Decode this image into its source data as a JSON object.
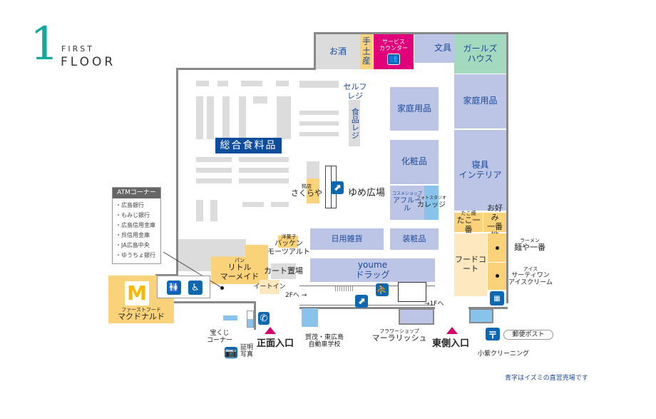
{
  "header": {
    "floor_number": "1",
    "first": "FIRST",
    "floor": "FLOOR"
  },
  "stores": {
    "osake": "お酒",
    "temiyage": "手土産",
    "service_counter": "サービス\nカウンター",
    "bungu": "文具",
    "girls_house": "ガールズ\nハウス",
    "katei_right": "家庭用品",
    "katei_mid": "家庭用品",
    "self_regi": "セルフ\nレジ",
    "shokuhin_regi": "食品レジ",
    "sogo": "総合食料品",
    "keshouhin": "化粧品",
    "shingu": "寝具\nインテリア",
    "sakuraya_sub": "銘店",
    "sakuraya": "さくらや",
    "yume_hiroba": "ゆめ広場",
    "afuru_sub": "コスメショップ",
    "afuru": "アフルール",
    "college_sub": "フォトスタジオ",
    "college": "カレッジ",
    "tako_sub": "たこ焼",
    "tako": "たこ一番",
    "okonomi": "お好み\n一番地",
    "nichiyo": "日用雑貨",
    "soshohin": "装粧品",
    "bakken_sub": "洋菓子",
    "bakken": "バッケン\nモーツアルト",
    "little_sub": "パン",
    "little": "リトル\nマーメイド",
    "cart": "カート置場",
    "eatin": "イートイン",
    "youme": "youme\nドラッグ",
    "foodcourt": "フードコート",
    "menya_sub": "ラーメン",
    "menya": "麺や一番",
    "ice_sub": "アイス",
    "ice": "サーティワン\nアイスクリーム",
    "mcd_sub": "ファーストフード",
    "mcd": "マクドナルド",
    "takarakuji": "宝くじ\nコーナー",
    "shomei": "証明\n写真",
    "kamo": "賀茂・東広島\n自動車学校",
    "flower_sub": "フラワーショップ",
    "flower": "マーラリッシュ",
    "cleaning": "小紫クリーニング",
    "post": "郵便ポスト"
  },
  "atm": {
    "title": "ATMコーナー",
    "items": [
      "・広島銀行",
      "・もみじ銀行",
      "・広島信用金庫",
      "・呉信用金庫",
      "・JA広島中央",
      "・ゆうちょ銀行"
    ]
  },
  "entrances": {
    "main": "正面入口",
    "east": "東側入口"
  },
  "arrows": {
    "to2f": "2F",
    "to1f": "1F"
  },
  "note": "青字はイズミの直営売場です",
  "colors": {
    "accent": "#13a89e",
    "service": "#e0007a",
    "direct": "#1a4a9a"
  }
}
